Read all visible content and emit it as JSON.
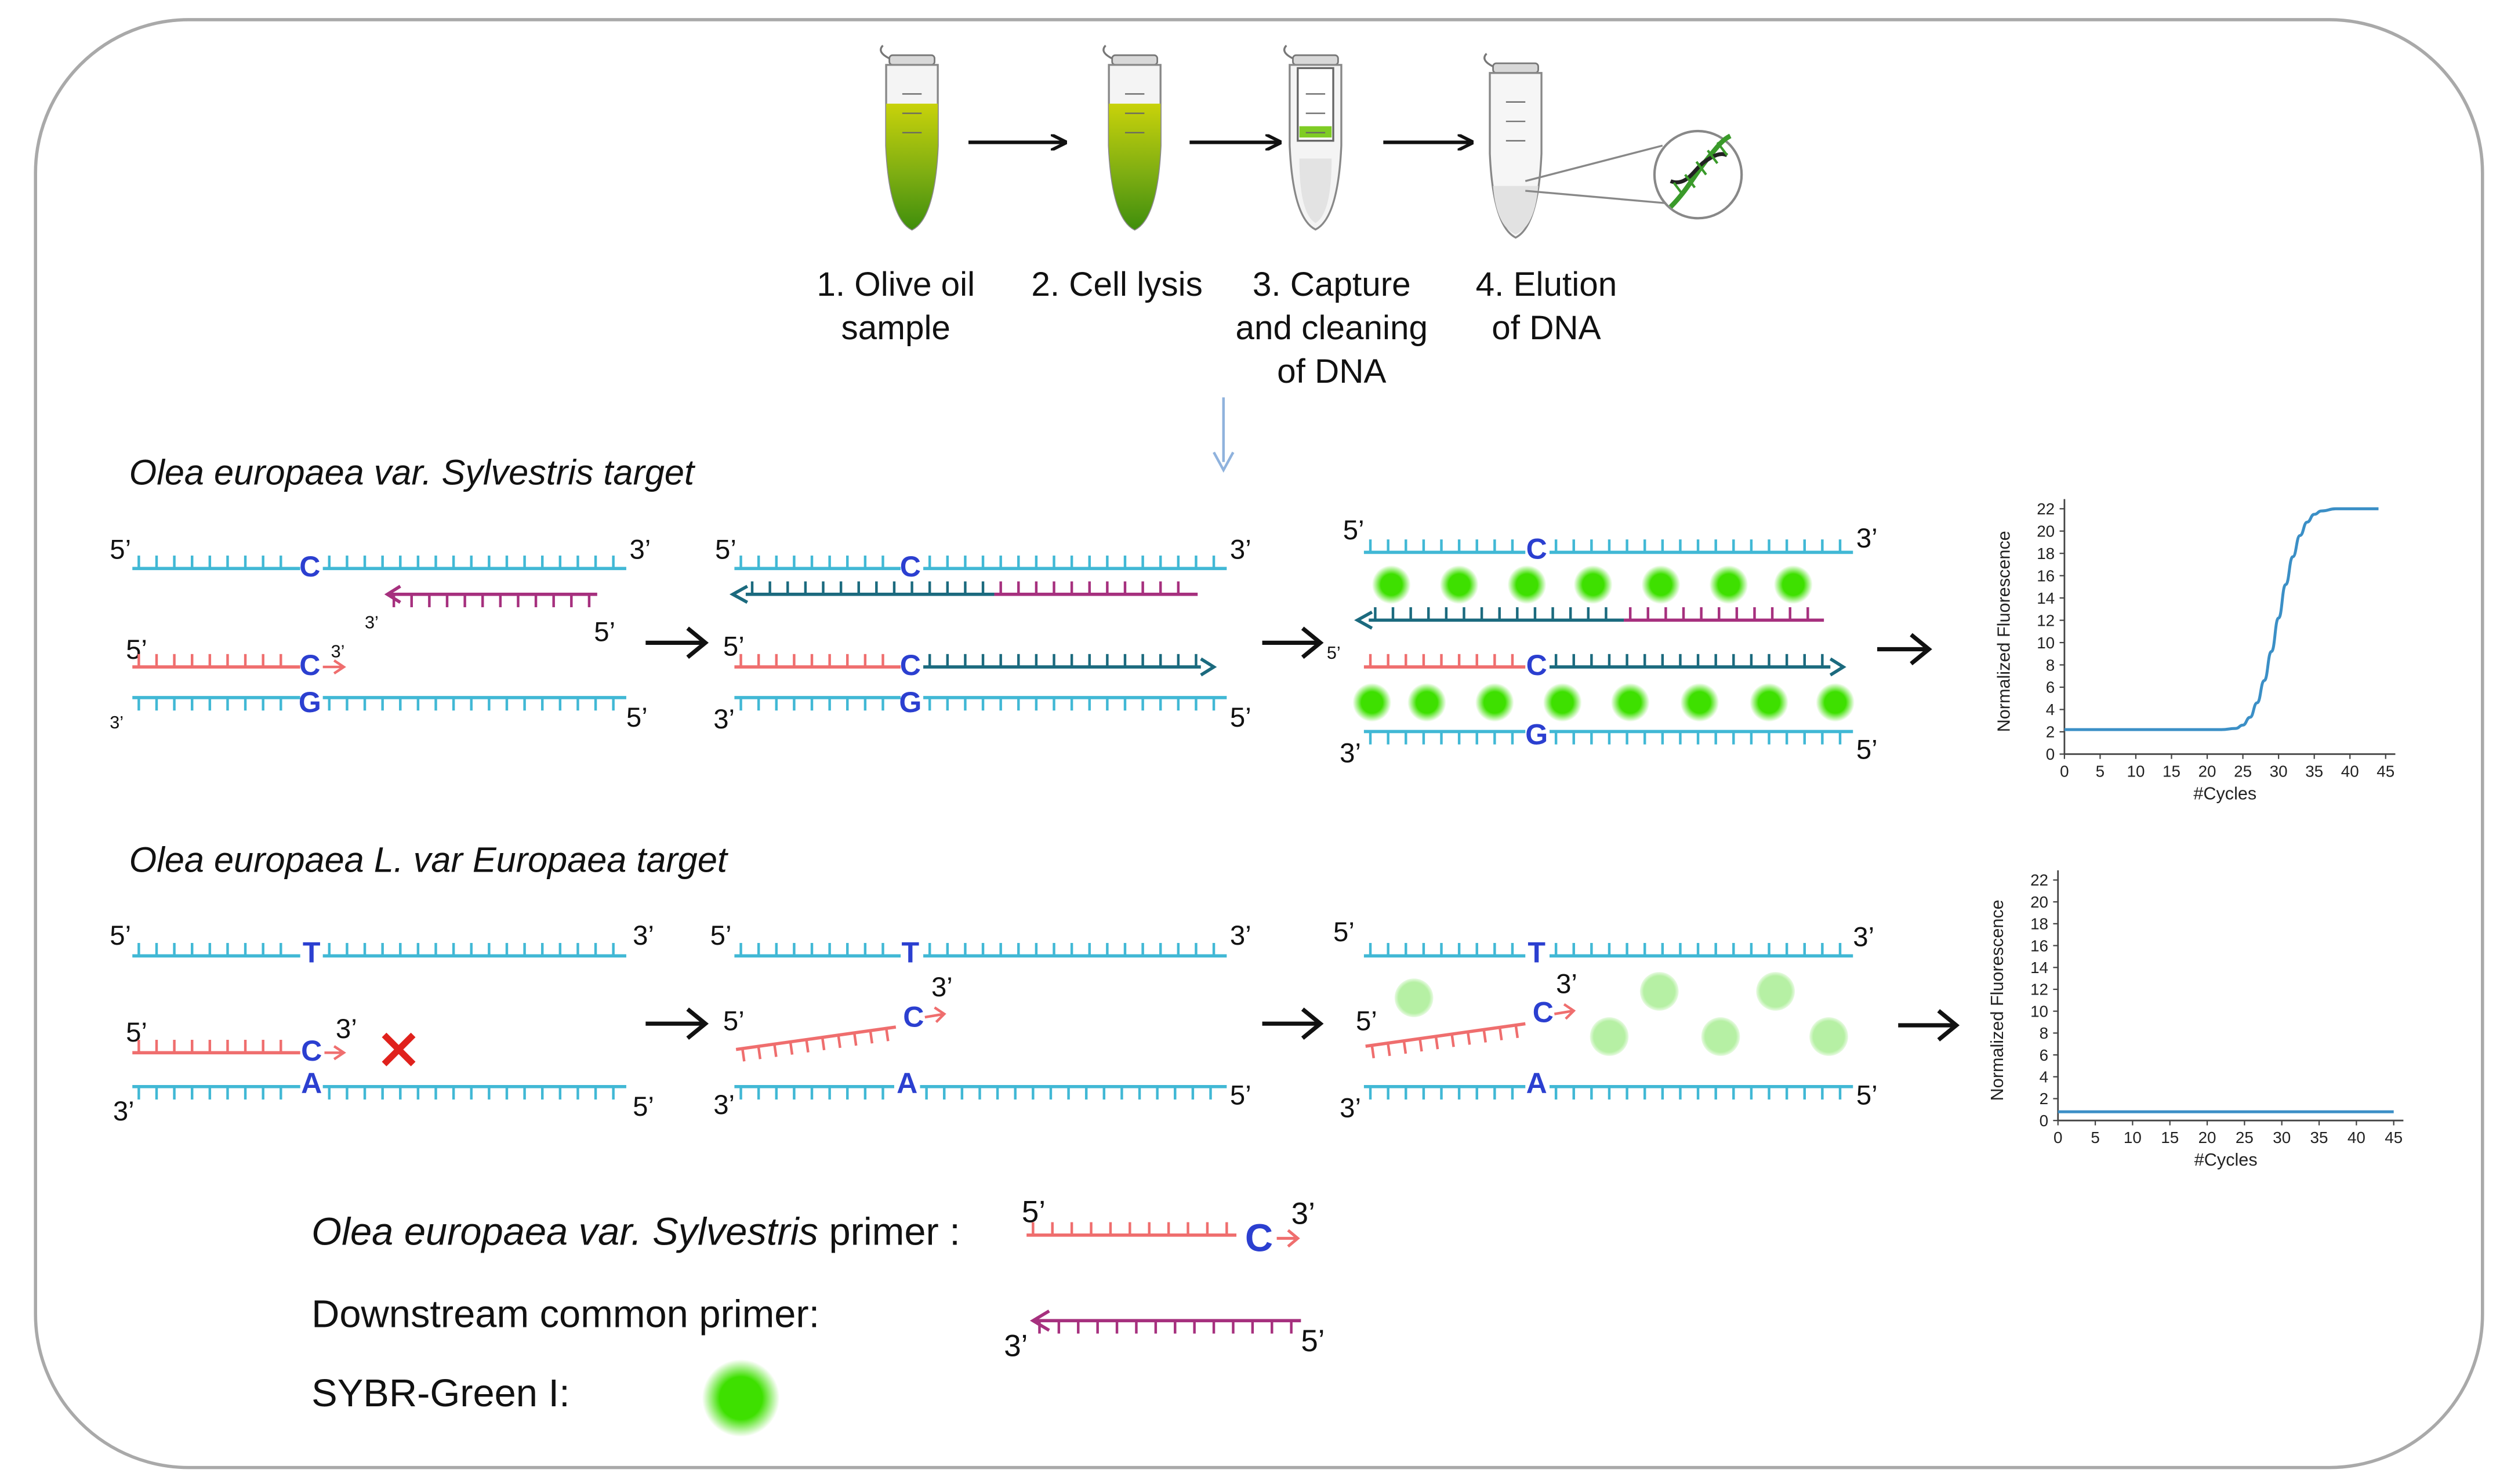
{
  "colors": {
    "template_strand": "#41b8d5",
    "sylvestris_primer": "#ef6e6e",
    "common_primer": "#a6307e",
    "extension": "#1b6a7e",
    "base_letter": "#2b3fd0",
    "sybr_bright": "#3ee000",
    "sybr_pale": "#b6f0a4",
    "mismatch": "#e0211c",
    "curve": "#3b8fc6",
    "tube_liquid": "#3f8e0c"
  },
  "workflow": {
    "steps": [
      {
        "line1": "1. Olive oil",
        "line2": "sample",
        "line3": ""
      },
      {
        "line1": "2. Cell lysis",
        "line2": "",
        "line3": ""
      },
      {
        "line1": "3. Capture",
        "line2": "and cleaning",
        "line3": "of DNA"
      },
      {
        "line1": "4. Elution",
        "line2": "of DNA",
        "line3": ""
      }
    ],
    "icons": [
      "tube-icon",
      "tube-icon",
      "spin-column-icon",
      "tube-icon",
      "dna-helix-icon"
    ]
  },
  "ends": {
    "five_prime": "5’",
    "three_prime": "3’"
  },
  "row1": {
    "title": "Olea europaea var. Sylvestris target",
    "upper_base": "C",
    "lower_base": "G",
    "primer_base": "C"
  },
  "row2": {
    "title": "Olea europaea L. var Europaea target",
    "upper_base": "T",
    "lower_base": "A",
    "primer_base": "C"
  },
  "legend": {
    "primer_prefix": "Olea europaea var. Sylvestris",
    "primer_suffix": " primer :",
    "primer_base": "C",
    "common_primer": "Downstream common primer:",
    "sybr": "SYBR-Green I:"
  },
  "chart_data": [
    {
      "type": "line",
      "title": "",
      "xlabel": "#Cycles",
      "ylabel": "Normalized Fluorescence",
      "xlim": [
        0,
        45
      ],
      "ylim": [
        0,
        22
      ],
      "xticks": [
        0,
        5,
        10,
        15,
        20,
        25,
        30,
        35,
        40,
        45
      ],
      "yticks": [
        0,
        2,
        4,
        6,
        8,
        10,
        12,
        14,
        16,
        18,
        20,
        22
      ],
      "series": [
        {
          "x": [
            0,
            5,
            10,
            15,
            20,
            22,
            24,
            25,
            26,
            27,
            28,
            29,
            30,
            31,
            32,
            33,
            34,
            35,
            36,
            38,
            40,
            42,
            44
          ],
          "values": [
            2.2,
            2.2,
            2.2,
            2.2,
            2.2,
            2.2,
            2.3,
            2.6,
            3.3,
            4.6,
            6.6,
            9.2,
            12.2,
            15.2,
            17.7,
            19.6,
            20.8,
            21.5,
            21.8,
            22.0,
            22.0,
            22.0,
            22.0
          ]
        }
      ]
    },
    {
      "type": "line",
      "title": "",
      "xlabel": "#Cycles",
      "ylabel": "Normalized Fluorescence",
      "xlim": [
        0,
        45
      ],
      "ylim": [
        0,
        22
      ],
      "xticks": [
        0,
        5,
        10,
        15,
        20,
        25,
        30,
        35,
        40,
        45
      ],
      "yticks": [
        0,
        2,
        4,
        6,
        8,
        10,
        12,
        14,
        16,
        18,
        20,
        22
      ],
      "series": [
        {
          "x": [
            0,
            10,
            20,
            30,
            40,
            45
          ],
          "values": [
            0.8,
            0.8,
            0.8,
            0.8,
            0.8,
            0.8
          ]
        }
      ]
    }
  ]
}
